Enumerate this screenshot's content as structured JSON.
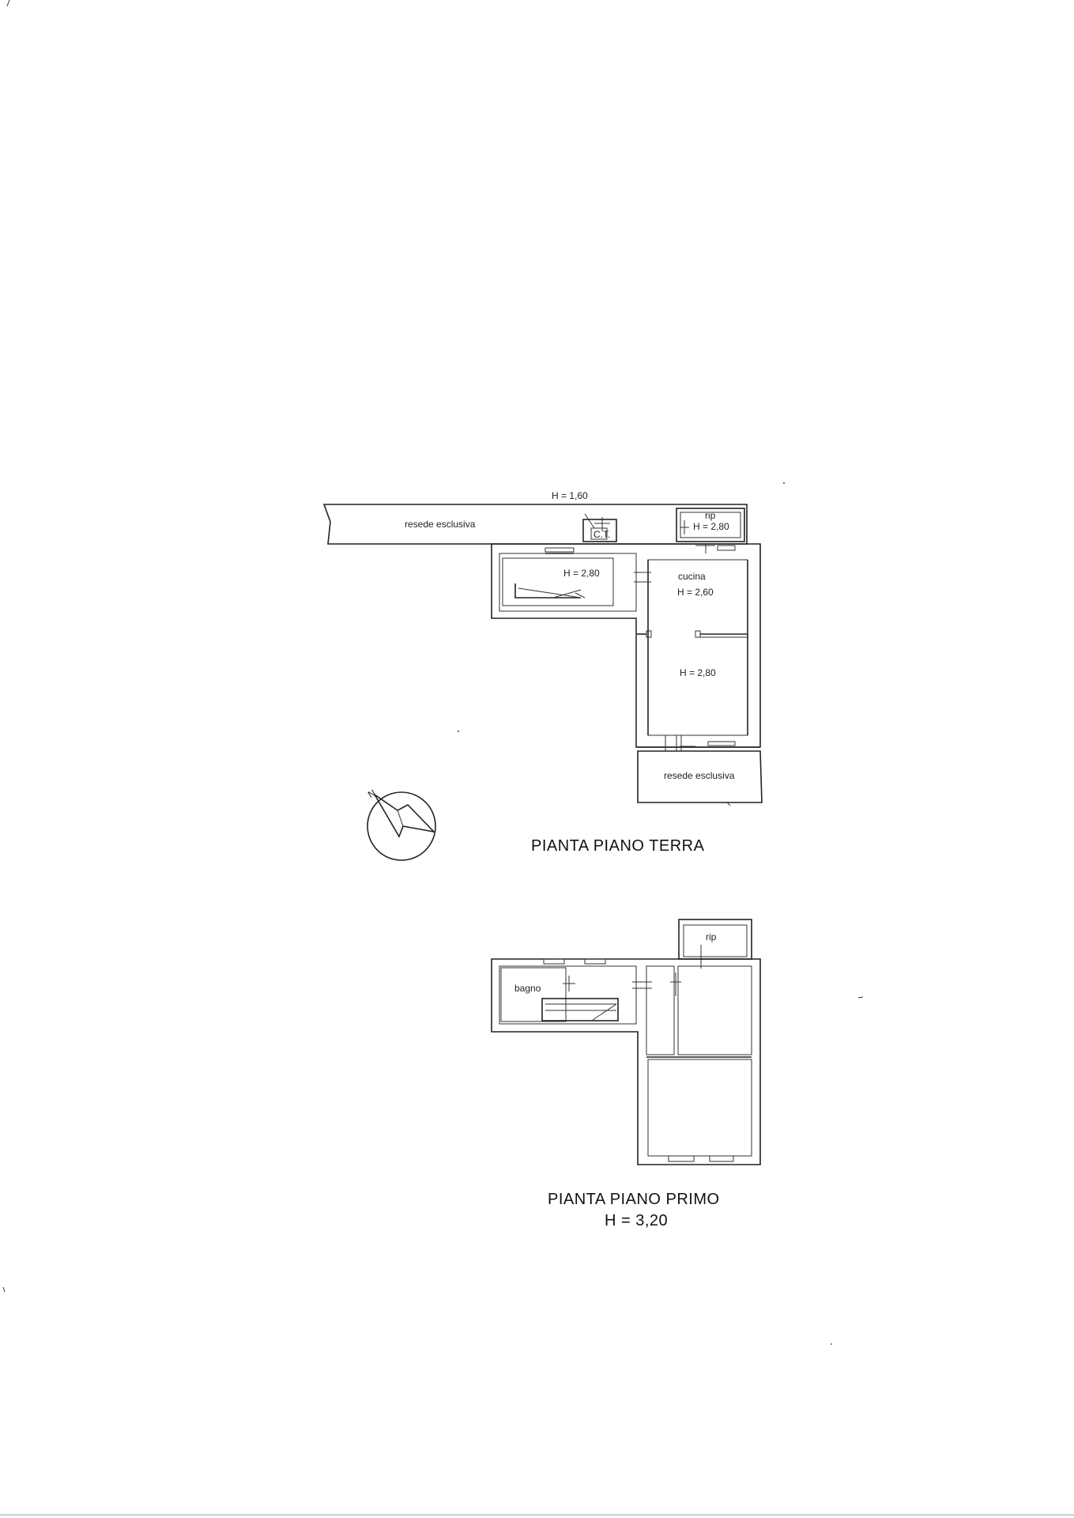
{
  "ground_floor": {
    "title": "PIANTA PIANO TERRA",
    "labels": {
      "resede_top": "resede esclusiva",
      "h_160": "H = 1,60",
      "ct": "C.T.",
      "rip_top": "rip",
      "h_280_rip": "H = 2,80",
      "h_280_left": "H = 2,80",
      "cucina": "cucina",
      "h_260": "H = 2,60",
      "h_280_room": "H = 2,80",
      "resede_bottom": "resede esclusiva"
    }
  },
  "first_floor": {
    "title": "PIANTA PIANO PRIMO",
    "height": "H = 3,20",
    "labels": {
      "rip": "rip",
      "bagno": "bagno"
    }
  },
  "compass": {
    "north_label": "N"
  }
}
